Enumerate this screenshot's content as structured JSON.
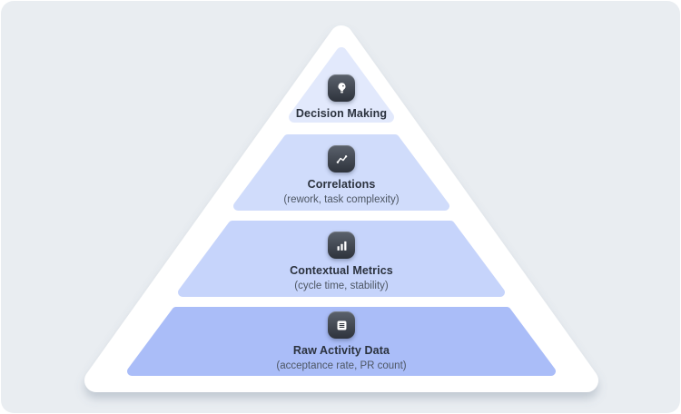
{
  "colors": {
    "page_background": "#ffffff",
    "card_background": "#e9edf1",
    "pyramid_border": "#ffffff",
    "icon_badge_top": "#5b626d",
    "icon_badge_bottom": "#2e333c",
    "title_text": "#2b323e",
    "subtitle_text": "#4d5663"
  },
  "pyramid": {
    "border_fill": "#ffffff"
  },
  "levels": [
    {
      "icon": "lightbulb-icon",
      "title": "Decision Making",
      "subtitle": "",
      "fill": "#e2e9fc"
    },
    {
      "icon": "trend-line-icon",
      "title": "Correlations",
      "subtitle": "(rework, task complexity)",
      "fill": "#d0dcfb"
    },
    {
      "icon": "bar-chart-icon",
      "title": "Contextual Metrics",
      "subtitle": "(cycle time, stability)",
      "fill": "#c6d4fb"
    },
    {
      "icon": "list-icon",
      "title": "Raw Activity Data",
      "subtitle": "(acceptance rate, PR count)",
      "fill": "#aabdf8"
    }
  ]
}
